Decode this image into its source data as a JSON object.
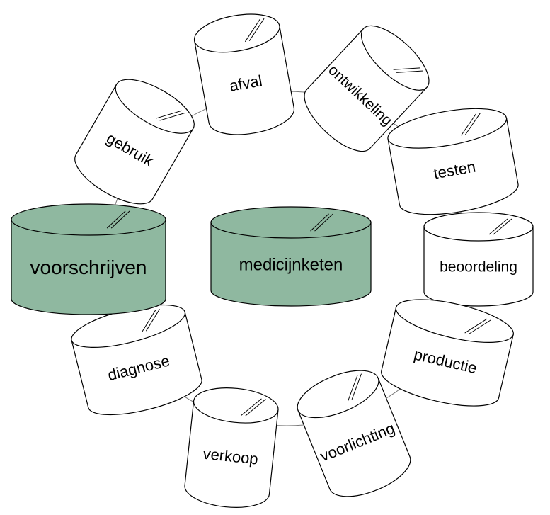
{
  "colors": {
    "background": "#ffffff",
    "band_plain": "#ffffff",
    "band_highlight": "#8fb8a0",
    "outline": "#000000",
    "ring": "#777777"
  },
  "center": {
    "label": "medicijnketen",
    "highlighted": true
  },
  "cycle": [
    {
      "label": "afval",
      "highlighted": false
    },
    {
      "label": "ontwikkeling",
      "highlighted": false
    },
    {
      "label": "testen",
      "highlighted": false
    },
    {
      "label": "beoordeling",
      "highlighted": false
    },
    {
      "label": "productie",
      "highlighted": false
    },
    {
      "label": "voorlichting",
      "highlighted": false
    },
    {
      "label": "verkoop",
      "highlighted": false
    },
    {
      "label": "diagnose",
      "highlighted": false
    },
    {
      "label": "voorschrijven",
      "highlighted": true
    },
    {
      "label": "gebruik",
      "highlighted": false
    }
  ]
}
